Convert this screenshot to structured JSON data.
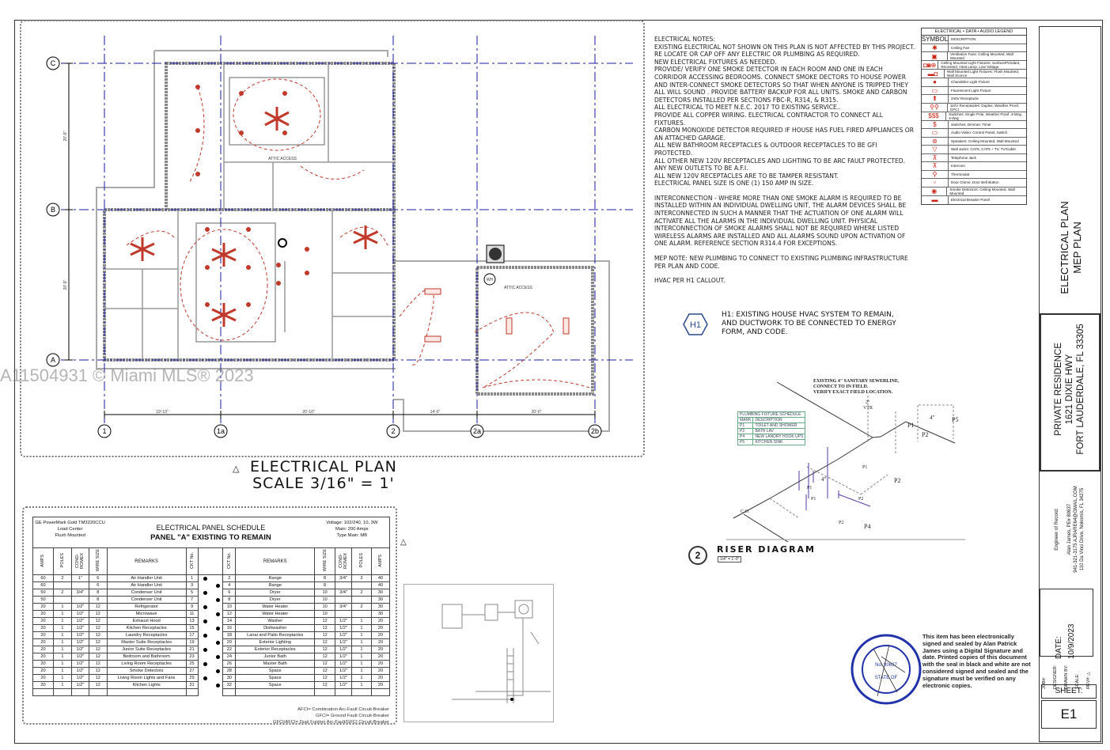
{
  "watermark": "A11504931 © Miami MLS® 2023",
  "plan": {
    "title": "ELECTRICAL PLAN",
    "scale": "SCALE 3/16\" = 1'",
    "grid_rows": [
      "C",
      "B",
      "A"
    ],
    "grid_cols": [
      "1",
      "1a",
      "2",
      "2a",
      "2b"
    ],
    "dims_bottom": [
      "19'-10\"",
      "20'-10\"",
      "14'-0\"",
      "20'-0\""
    ],
    "dims_left": [
      "20'-9\"",
      "20'-9\""
    ],
    "labels": {
      "attic1": "ATTIC ACCESS",
      "attic2": "ATTIC ACCESS",
      "wh": "WH"
    }
  },
  "notes": {
    "lines": [
      "ELECTRICAL NOTES:",
      "EXISTING ELECTRICAL NOT SHOWN ON THIS PLAN IS NOT AFFECTED BY THIS PROJECT.",
      "RE LOCATE OR CAP OFF ANY ELECTRIC OR PLUMBING AS REQUIRED.",
      "NEW ELECTRICAL FIXTURES AS NEEDED.",
      "PROVIDE/ VERIFY ONE SMOKE DETECTOR IN EACH ROOM AND ONE IN EACH CORRIDOR ACCESSING BEDROOMS. CONNECT SMOKE DECTORS TO HOUSE POWER AND INTER-CONNECT SMOKE DETECTORS SO THAT WHEN ANYONE IS TRIPPED THEY ALL WILL SOUND . PROVIDE BATTERY BACKUP FOR ALL UNITS. SMOKE AND CARBON DETECTORS INSTALLED PER SECTIONS FBC-R, R314, & R315.",
      "ALL ELECTRICAL TO MEET N.E.C. 2017 TO EXISTING SERVICE..",
      "PROVIDE ALL COPPER WIRING. ELECTRICAL CONTRACTOR TO CONNECT ALL FIXTURES.",
      "CARBON MONOXIDE DETECTOR REQUIRED IF HOUSE HAS FUEL FIRED APPLIANCES OR AN ATTACHED GARAGE.",
      "ALL NEW BATHROOM RECEPTACLES & OUTDOOR RECEPTACLES TO BE GFI PROTECTED.",
      "ALL OTHER NEW 120V RECEPTACLES AND LIGHTING TO BE ARC FAULT PROTECTED. ANY NEW OUTLETS TO BE A.F.I.",
      "ALL NEW 120V RECEPTACLES ARE TO BE TAMPER RESISTANT.",
      "ELECTRICAL PANEL SIZE IS ONE (1) 150 AMP IN SIZE."
    ],
    "interconnection": "INTERCONNECTION - WHERE MORE THAN ONE SMOKE ALARM IS REQUIRED TO BE INSTALLED WITHIN AN INDIVIDUAL DWELLING UNIT, THE ALARM DEVICES SHALL BE INTERCONNECTED IN SUCH A MANNER THAT THE ACTUATION OF ONE ALARM WILL ACTIVATE ALL THE ALARMS IN THE INDIVIDUAL DWELLING UNIT. PHYSICAL INTERCONNECTION OF SMOKE ALARMS SHALL NOT BE REQUIRED WHERE LISTED WIRELESS ALARMS ARE INSTALLED AND ALL ALARMS SOUND UPON ACTIVATION OF ONE ALARM. REFERENCE SECTION R314.4 FOR EXCEPTIONS.",
    "mep": "MEP NOTE: NEW PLUMBING TO CONNECT TO EXISTING PLUMBING INFRASTRUCTURE PER PLAN AND CODE.",
    "hvac": "HVAC PER H1 CALLOUT.",
    "h1_tag": "H1",
    "h1_text": "H1: EXISTING HOUSE HVAC SYSTEM TO REMAIN, AND DUCTWORK TO BE CONNECTED TO ENERGY FORM, AND CODE."
  },
  "legend": {
    "title": "ELECTRICAL • DATA • AUDIO LEGEND",
    "col_symbol": "SYMBOL",
    "col_desc": "DESCRIPTION",
    "items": [
      {
        "sym": "✱",
        "desc": "Ceiling Fan"
      },
      {
        "sym": "▣",
        "desc": "Ventilation Fans: Ceiling Mounted, Wall Mounted"
      },
      {
        "sym": "◘◙⊕",
        "desc": "Ceiling Mounted Light Fixtures: Surface/Pendant, Recessed, Heat Lamp, Low Voltage"
      },
      {
        "sym": "▬◘",
        "desc": "Wall Mounted Light Fixtures: Flush Mounted, Wall Sconce"
      },
      {
        "sym": "●",
        "desc": "Chandelier Light Fixture"
      },
      {
        "sym": "▭",
        "desc": "Fluorescent Light Fixture"
      },
      {
        "sym": "⬆",
        "desc": "240V Receptacle"
      },
      {
        "sym": "⚲⚲",
        "desc": "110V Receptacles: Duplex, Weather Proof, GFCI"
      },
      {
        "sym": "$$$",
        "desc": "Switches: Single Pole, Weather Proof, 3-Way, 4-Way"
      },
      {
        "sym": "$",
        "desc": "Switches: Dimmer, Timer"
      },
      {
        "sym": "▭",
        "desc": "Audio Video: Control Panel, Switch"
      },
      {
        "sym": "⊚",
        "desc": "Speakers: Ceiling Mounted, Wall Mounted"
      },
      {
        "sym": "▽",
        "desc": "Wall Jacks: CAT6, CAT5 + TV, TV/Cable"
      },
      {
        "sym": "⊼",
        "desc": "Telephone Jack"
      },
      {
        "sym": "⊼",
        "desc": "Intercom"
      },
      {
        "sym": "⚲",
        "desc": "Thermostat"
      },
      {
        "sym": "▫",
        "desc": "Door Chime, Door Bell Button"
      },
      {
        "sym": "◉",
        "desc": "Smoke Detectors: Ceiling Mounted, Wall Mounted"
      },
      {
        "sym": "▬",
        "desc": "Electrical Breaker Panel"
      }
    ]
  },
  "panel": {
    "left_info": [
      "GE PowerMark Gold TM3220CCU",
      "Load Center",
      "Flush Mounted"
    ],
    "title": "ELECTRICAL PANEL SCHEDULE",
    "subtitle": "PANEL \"A\" EXISTING TO REMAIN",
    "right_info": [
      "Voltage: 102/240, 10, 3W",
      "Main: 200 Amps",
      "Type Main: MB"
    ],
    "headers": [
      "AMPS",
      "POLES",
      "COND-ROMEX",
      "WIRE SIZE",
      "REMARKS",
      "CKT No.",
      "",
      "CKT No.",
      "REMARKS",
      "WIRE SIZE",
      "COND-ROMEX",
      "POLES",
      "AMPS"
    ],
    "rows": [
      [
        "60",
        "2",
        "1\"",
        "6",
        "Air Handler Unit",
        "1",
        "2",
        "Range",
        "8",
        "3/4\"",
        "2",
        "40"
      ],
      [
        "60",
        "",
        "",
        "6",
        "Air Handler Unit",
        "3",
        "4",
        "Range",
        "8",
        "",
        "",
        "40"
      ],
      [
        "50",
        "2",
        "3/4\"",
        "8",
        "Condenser Unit",
        "5",
        "6",
        "Dryer",
        "10",
        "3/4\"",
        "2",
        "30"
      ],
      [
        "50",
        "",
        "",
        "8",
        "Condenser Unit",
        "7",
        "8",
        "Dryer",
        "10",
        "",
        "",
        "30"
      ],
      [
        "20",
        "1",
        "1/2\"",
        "12",
        "Refrigerator",
        "9",
        "10",
        "Water Heater",
        "10",
        "3/4\"",
        "2",
        "30"
      ],
      [
        "20",
        "1",
        "1/2\"",
        "12",
        "Microwave",
        "11",
        "12",
        "Water Heater",
        "10",
        "",
        "",
        "30"
      ],
      [
        "20",
        "1",
        "1/2\"",
        "12",
        "Exhaust Hood",
        "13",
        "14",
        "Washer",
        "12",
        "1/2\"",
        "1",
        "20"
      ],
      [
        "20",
        "1",
        "1/2\"",
        "12",
        "Kitchen Receptacles",
        "15",
        "16",
        "Dishwasher",
        "12",
        "1/2\"",
        "1",
        "20"
      ],
      [
        "20",
        "1",
        "1/2\"",
        "12",
        "Laundry Receptacles",
        "17",
        "18",
        "Lanai and Patio Receptacles",
        "12",
        "1/2\"",
        "1",
        "20"
      ],
      [
        "20",
        "1",
        "1/2\"",
        "12",
        "Master Suite Receptacles",
        "19",
        "20",
        "Exterior Lighting",
        "12",
        "1/2\"",
        "1",
        "20"
      ],
      [
        "20",
        "1",
        "1/2\"",
        "12",
        "Junior Suite Receptacles",
        "21",
        "22",
        "Exterior Receptacles",
        "12",
        "1/2\"",
        "1",
        "20"
      ],
      [
        "20",
        "1",
        "1/2\"",
        "12",
        "Bedroom and Bathroom",
        "23",
        "24",
        "Junior Bath",
        "12",
        "1/2\"",
        "1",
        "20"
      ],
      [
        "20",
        "1",
        "1/2\"",
        "12",
        "Living Room Receptacles",
        "25",
        "26",
        "Master Bath",
        "12",
        "1/2\"",
        "1",
        "20"
      ],
      [
        "20",
        "1",
        "1/2\"",
        "12",
        "Smoke Detectors",
        "27",
        "28",
        "Space",
        "12",
        "1/2\"",
        "1",
        "20"
      ],
      [
        "20",
        "1",
        "1/2\"",
        "12",
        "Living Room Lights and Fans",
        "29",
        "30",
        "Space",
        "12",
        "1/2\"",
        "1",
        "20"
      ],
      [
        "20",
        "1",
        "1/2\"",
        "12",
        "Kitchen Lights",
        "31",
        "32",
        "Space",
        "12",
        "1/2\"",
        "1",
        "20"
      ]
    ],
    "footnotes": [
      "AFCI= Combination Arc-Fault Circuit-Breaker",
      "GFCI= Ground Fault Circuit-Breaker",
      "GFCI/AFCI= Dual Funtion Arc-Fault/GFCI Circuit-Breaker"
    ]
  },
  "riser": {
    "number": "2",
    "title": "RISER DIAGRAM",
    "scale": "1/4\" = 1'-0\"",
    "callout": [
      "EXISTING 4\" SANITARY SEWERLINE,",
      "CONNECT TO IN FIELD.",
      "VERIFY EXACT FIELD LOCATION."
    ],
    "vtr": [
      "2\"",
      "VTR"
    ],
    "labels": [
      "P1",
      "P2",
      "P5",
      "P1",
      "P2",
      "P1",
      "P2",
      "P1",
      "P2",
      "P4",
      "4\"",
      "4\"",
      "C.O."
    ],
    "schedule": {
      "title": "PLUMBING FIXTURE SCHEDULE",
      "col1": "MARK",
      "col2": "DESCRIPTION",
      "rows": [
        [
          "P1",
          "TOILET AND SHOWER"
        ],
        [
          "P2",
          "BATH LAV"
        ],
        [
          "P4",
          "NEW LANDRY HOOK UPS"
        ],
        [
          "P5",
          "KITCHEN SINK"
        ]
      ]
    }
  },
  "seal": {
    "text": "This item has been electronically signed and sealed by Alan Patrick James using a Digital Signature and date. Printed copies of this document with the seal in black and white are not considered signed and sealed and the signature must be verified on any electronic copies.",
    "seal_lettering": "ALAN PATRICK JAMES LICENSE No. 80637 STATE OF FLORIDA PROFESSIONAL ENGINEER"
  },
  "titleblock": {
    "sheet_title": "ELECTRICAL PLAN",
    "sheet_subtitle": "MEP PLAN",
    "project": [
      "PRIVATE RESIDENCE",
      "1621 DIXIE HWY",
      "FORT LAUDERDALE, FL 33305"
    ],
    "engineer_label": "Engineer of Record:",
    "engineer": [
      "Alan James, PE# 80637",
      "941-321-3175   AJRARE64@GMAIL.COM",
      "110 Da Vinci Drive, Nokomis, FL 34275"
    ],
    "date_label": "DATE:",
    "date": "10/9/2023",
    "fields": [
      "JOB#:",
      "DESIGNER:",
      "DRAWN BY:",
      "SCALE:",
      "REV#: △"
    ],
    "sheet_label": "SHEET:",
    "sheet": "E1"
  }
}
